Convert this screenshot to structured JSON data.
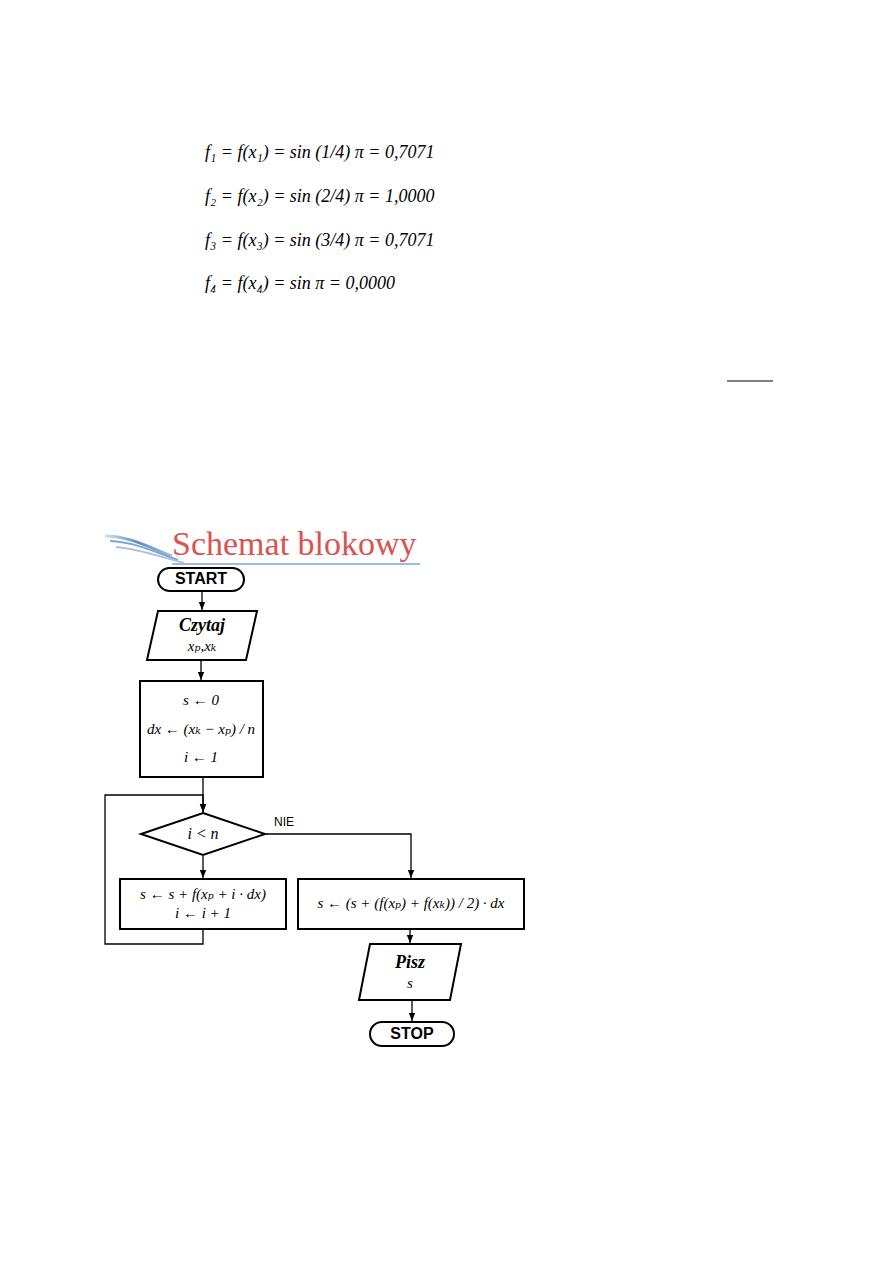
{
  "diagram": {
    "title": "Schemat blokowy",
    "nodes": [
      {
        "text": [
          "START"
        ]
      },
      {
        "text": [
          "Czytaj",
          "xₚ,xₖ"
        ]
      },
      {
        "text": [
          "s ← 0",
          "dx ← (xₖ − xₚ) / n",
          "i ← 1"
        ]
      },
      {
        "text": [
          "i < n"
        ]
      },
      {
        "text": [
          "s ← s + f(xₚ + i · dx)",
          "i ← i + 1"
        ]
      },
      {
        "text": [
          "s ← (s + (f(xₚ) + f(xₖ)) / 2) · dx"
        ]
      },
      {
        "text": [
          "Pisz",
          "s"
        ]
      },
      {
        "text": [
          "STOP"
        ]
      }
    ],
    "edges": [
      {
        "from": 0,
        "to": 1,
        "arrow": "to"
      },
      {
        "from": 1,
        "to": 2,
        "arrow": "to"
      },
      {
        "from": 2,
        "to": 3,
        "arrow": "to"
      },
      {
        "from": 3,
        "to": 4,
        "arrow": "to"
      },
      {
        "from": 4,
        "to": 3,
        "arrow": "to"
      },
      {
        "from": 3,
        "to": 5,
        "label": "NIE",
        "arrow": "to"
      },
      {
        "from": 5,
        "to": 6,
        "arrow": "to"
      },
      {
        "from": 6,
        "to": 7,
        "arrow": "to"
      }
    ],
    "labels": [
      "f₁ = f(x₁) = sin (1/4) π = 0,7071",
      "f₂ = f(x₂) = sin (2/4) π = 1,0000",
      "f₃ = f(x₃) = sin (3/4) π = 0,7071",
      "f₄ = f(x₄) = sin π = 0,0000"
    ]
  }
}
